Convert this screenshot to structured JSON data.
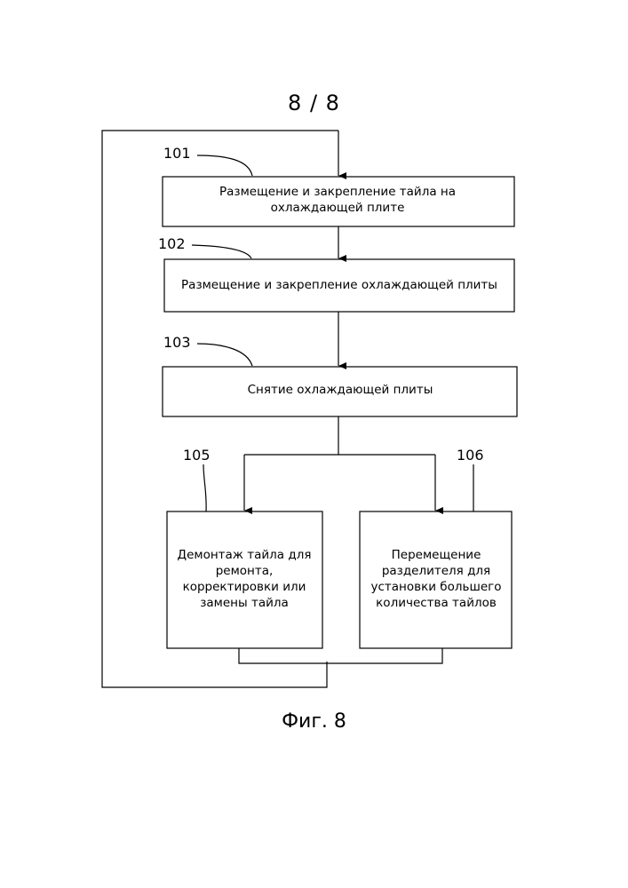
{
  "page": {
    "number": "8 / 8",
    "caption": "Фиг. 8"
  },
  "steps": [
    {
      "ref": "101",
      "text": "Размещение и закрепление тайла на охлаждающей плите"
    },
    {
      "ref": "102",
      "text": "Размещение и закрепление охлаждающей плиты"
    },
    {
      "ref": "103",
      "text": "Снятие охлаждающей плиты"
    },
    {
      "ref": "105",
      "text": "Демонтаж тайла для ремонта, корректировки или замены тайла"
    },
    {
      "ref": "106",
      "text": "Перемещение разделителя для установки большего количества тайлов"
    }
  ]
}
